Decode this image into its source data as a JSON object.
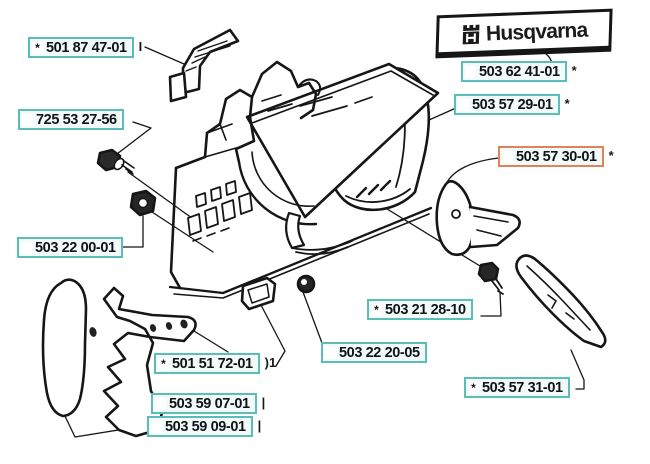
{
  "colors": {
    "teal": "#5bbcb8",
    "orange": "#e0825c",
    "label_fill": "#f3fbfa",
    "ink": "#161616"
  },
  "logo": {
    "brand": "Husqvarna"
  },
  "highlighted_label": "503 57 30-01",
  "labels": [
    {
      "part_number": "501 87 47-01",
      "prefix": "*",
      "suffix": "I"
    },
    {
      "part_number": "725 53 27-56",
      "prefix": "",
      "suffix": ""
    },
    {
      "part_number": "503 22 00-01",
      "prefix": "",
      "suffix": ""
    },
    {
      "part_number": "503 62 41-01",
      "prefix": "",
      "suffix": "*"
    },
    {
      "part_number": "503 57 29-01",
      "prefix": "",
      "suffix": "*"
    },
    {
      "part_number": "503 57 30-01",
      "prefix": "",
      "suffix": "*"
    },
    {
      "part_number": "503 21 28-10",
      "prefix": "*",
      "suffix": ""
    },
    {
      "part_number": "503 22 20-05",
      "prefix": "",
      "suffix": ""
    },
    {
      "part_number": "501 51 72-01",
      "prefix": "*",
      "suffix": ")1"
    },
    {
      "part_number": "503 59 07-01",
      "prefix": "",
      "suffix": "|"
    },
    {
      "part_number": "503 59 09-01",
      "prefix": "",
      "suffix": "|"
    },
    {
      "part_number": "503 57 31-01",
      "prefix": "*",
      "suffix": ""
    }
  ]
}
